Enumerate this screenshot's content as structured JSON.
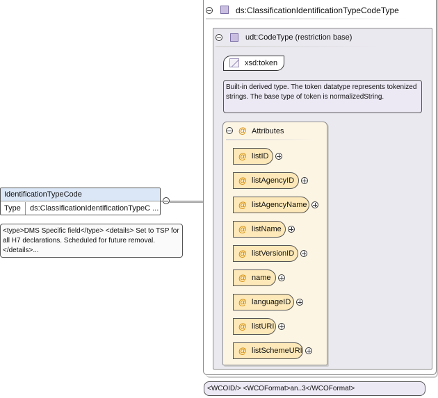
{
  "outer_type": {
    "title": "ds:ClassificationIdentificationTypeCodeType"
  },
  "inner_type": {
    "title": "udt:CodeType (restriction base)"
  },
  "token": {
    "label": "xsd:token",
    "note": "Built-in derived type. The token datatype represents tokenized strings. The base type of token is normalizedString."
  },
  "attributes": {
    "title": "Attributes",
    "items": [
      {
        "label": "listID"
      },
      {
        "label": "listAgencyID"
      },
      {
        "label": "listAgencyName"
      },
      {
        "label": "listName"
      },
      {
        "label": "listVersionID"
      },
      {
        "label": "name"
      },
      {
        "label": "languageID"
      },
      {
        "label": "listURI"
      },
      {
        "label": "listSchemeURI"
      }
    ]
  },
  "element": {
    "name": "IdentificationTypeCode",
    "type_key": "Type",
    "type_value": "ds:ClassificationIdentificationTypeC ...",
    "note": "<type>DMS Specific field</type> <details> Set to TSP for all H7 declarations. Scheduled for future removal. </details>..."
  },
  "wco_note": "<WCOID/> <WCOFormat>an..3</WCOFormat>"
}
